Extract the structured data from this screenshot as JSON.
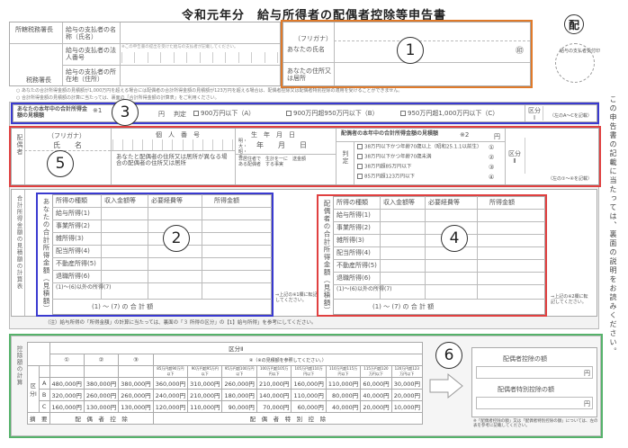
{
  "title": "令和元年分　給与所得者の配偶者控除等申告書",
  "stamp_char": "配",
  "stamp_caption": "給与の支払者受付印",
  "top_left": {
    "tax_office_label": "所轄税務署長",
    "tax_office_suffix": "税務署長",
    "payer_name_label": "給与の支払者の名称（氏名）",
    "payer_number_label": "給与の支払者の法人番号",
    "payer_number_note": "※この申告書の提出を受けた給与の支払者が記載してください。",
    "payer_address_label": "給与の支払者の所在地（住所）"
  },
  "applicant": {
    "furigana_label": "（フリガナ）",
    "name_label": "あなたの氏名",
    "address_label": "あなたの住所又は居所",
    "seal": "㊞"
  },
  "notes": {
    "line1": "○ あなたの合計所得金額の見積額が1,000万円を超える場合には配偶者の合計所得金額の見積額が123万円を超える場合は、配偶者控除又は配偶者特別控除の適用を受けることができません。",
    "line2": "○ 合計所得金額の見積額の計算に当たっては、裏面の「合計所得金額の計算表」をご利用ください。"
  },
  "section3": {
    "label": "あなたの本年中の合計所得金額の見積額",
    "note_mark": "※1",
    "yen": "円",
    "judge": "判定",
    "options": [
      "900万円以下（A）",
      "900万円超950万円以下（B）",
      "950万円超1,000万円以下（C）"
    ],
    "class_label": "区分Ⅰ",
    "class_note": "（左のA〜Cを記載）"
  },
  "section5": {
    "side_label": "配偶者",
    "furigana": "（フリガナ）",
    "name": "氏　　名",
    "id_label": "個　人　番　号",
    "id_note": "あなたと配偶者の住所又は居所が異なる場合の配偶者の住所又は居所",
    "birth_label": "生　年　月　日",
    "era": "明・大・昭・平",
    "ymd": "年　　月　　日",
    "nonres": "非居住者である配偶者",
    "birth_note": "生計を一にする事実",
    "remit": "送金額",
    "estimate_label": "配偶者の本年中の合計所得金額の見積額",
    "estimate_mark": "※2",
    "yen": "円",
    "judge": "判定",
    "options": [
      "38万円以下かつ年齢70歳以上（昭和25.1.1以前生）",
      "38万円以下かつ年齢70歳未満",
      "38万円超85万円以下",
      "85万円超123万円以下"
    ],
    "option_nums": [
      "①",
      "②",
      "③",
      "④"
    ],
    "class_label": "区分Ⅱ",
    "class_note": "（左の①〜④を記載）"
  },
  "section2": {
    "side_label": "あなたの合計所得金額（見積額）",
    "headers": [
      "所得の種類",
      "収入金額等",
      "必要経費等",
      "所得金額"
    ],
    "rows": [
      "給与所得(1)",
      "事業所得(2)",
      "雑所得(3)",
      "配当所得(4)",
      "不動産所得(5)",
      "退職所得(6)",
      "(1)〜(6)以外の所得(7)"
    ],
    "row_hints": [
      "",
      "",
      "",
      "",
      "",
      "",
      ""
    ],
    "total": "(1) 〜 (7) の 合 計 額",
    "arrow_note": "⇒上記の※1欄に転記してください。",
    "note": "（注）給与所得の「所得金額」の計算に当たっては、裏面の「３ 所得の区分」の【1】給与所得」を参考にしてください。"
  },
  "section4": {
    "side_label": "配偶者の合計所得金額（見積額）",
    "headers": [
      "所得の種類",
      "収入金額等",
      "必要経費等",
      "所得金額"
    ],
    "rows": [
      "給与所得(1)",
      "事業所得(2)",
      "雑所得(3)",
      "配当所得(4)",
      "不動産所得(5)",
      "退職所得(6)",
      "(1)〜(6)以外の所得(7)"
    ],
    "total": "(1) 〜 (7) の 合 計 額",
    "arrow_note": "⇒上記の※2欄に転記してください。"
  },
  "section6": {
    "side_label": "控除額の計算",
    "class2_label": "区分Ⅱ",
    "class1_label": "区分Ⅰ",
    "col_head_top": "④（※の見積額を参照してください。）",
    "col_nums": [
      "①",
      "②",
      "③"
    ],
    "col_heads": [
      "85万円超90万円以下",
      "90万円超95万円以下",
      "95万円超100万円以下",
      "100万円超105万円以下",
      "105万円超110万円以下",
      "110万円超115万円以下",
      "115万円超120万円以下",
      "120万円超123万円以下"
    ],
    "rows": [
      {
        "k": "A",
        "v": [
          "480,000円",
          "380,000円",
          "380,000円",
          "360,000円",
          "310,000円",
          "260,000円",
          "210,000円",
          "160,000円",
          "110,000円",
          "60,000円",
          "30,000円"
        ]
      },
      {
        "k": "B",
        "v": [
          "320,000円",
          "260,000円",
          "260,000円",
          "240,000円",
          "210,000円",
          "180,000円",
          "140,000円",
          "110,000円",
          "80,000円",
          "40,000円",
          "20,000円"
        ]
      },
      {
        "k": "C",
        "v": [
          "160,000円",
          "130,000円",
          "130,000円",
          "120,000円",
          "110,000円",
          "90,000円",
          "70,000円",
          "60,000円",
          "40,000円",
          "20,000円",
          "10,000円"
        ]
      }
    ],
    "footer_left": "摘　要",
    "footer_mid": "配　偶　者　控　除",
    "footer_right": "配　偶　者　特　別　控　除",
    "result_label1": "配偶者控除の額",
    "result_label2": "配偶者特別控除の額",
    "yen": "円",
    "result_note": "※「配偶者控除の額」又は「配偶者特別控除の額」については、左の表を参考に記載してください。"
  },
  "side_note": "この申告書の記載に当たっては、裏面の説明をお読みください。",
  "markers": [
    "1",
    "2",
    "3",
    "4",
    "5",
    "6"
  ],
  "colors": {
    "orange": "#e07a2a",
    "blue": "#3a3ad0",
    "red": "#e04040",
    "green": "#55b26a"
  }
}
